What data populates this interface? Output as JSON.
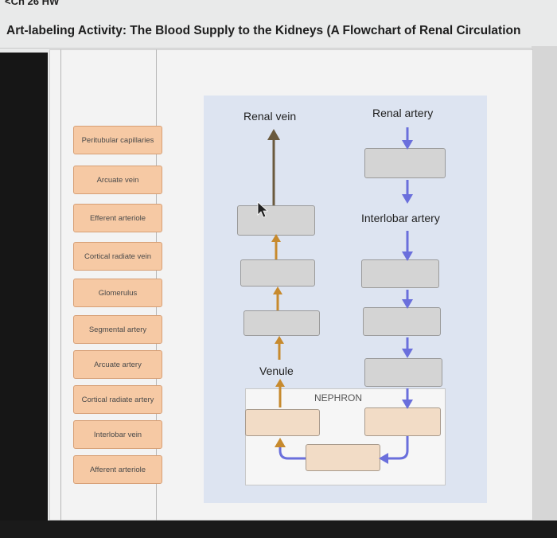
{
  "header": {
    "crumb": "<Ch 26 HW",
    "title": "Art-labeling Activity: The Blood Supply to the Kidneys (A Flowchart of Renal Circulation"
  },
  "labels": [
    "Peritubular capillaries",
    "Arcuate vein",
    "Efferent arteriole",
    "Cortical radiate vein",
    "Glomerulus",
    "Segmental artery",
    "Arcuate artery",
    "Cortical radiate artery",
    "Interlobar vein",
    "Afferent arteriole"
  ],
  "diagram": {
    "renal_vein": "Renal vein",
    "renal_artery": "Renal artery",
    "interlobar_artery": "Interlobar artery",
    "venule": "Venule",
    "nephron": "NEPHRON"
  },
  "colors": {
    "label_fill": "#f6c9a4",
    "vein_arrow": "#c78a2e",
    "artery_arrow": "#6a6fdc",
    "diagram_bg": "#dde4f1"
  }
}
